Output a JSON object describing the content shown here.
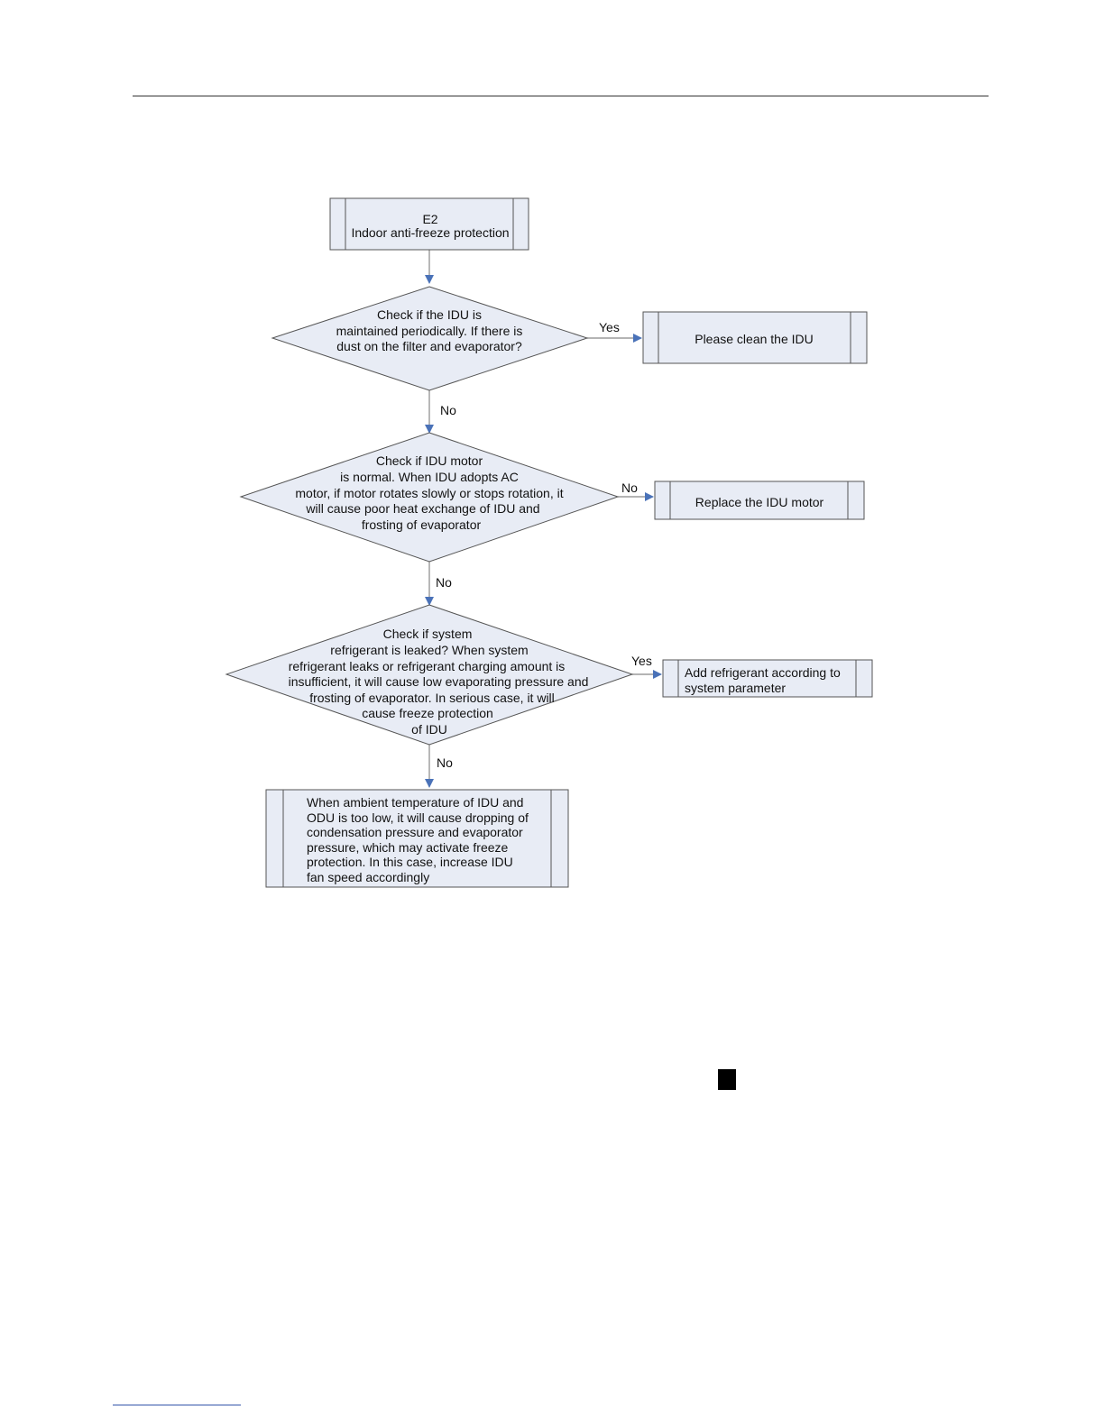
{
  "flowchart": {
    "start": {
      "lines": [
        "E2",
        "Indoor anti-freeze protection"
      ]
    },
    "decision1": {
      "lines": [
        "Check if the IDU is",
        "maintained periodically. If there is",
        "dust on the filter and evaporator?"
      ],
      "yes_label": "Yes",
      "no_label": "No"
    },
    "action1": {
      "lines": [
        "Please clean the IDU"
      ]
    },
    "decision2": {
      "lines": [
        "Check if IDU motor",
        "is normal. When IDU adopts AC",
        "motor, if motor rotates slowly or stops rotation, it",
        "will cause poor heat exchange of IDU and",
        "frosting of evaporator"
      ],
      "side_label": "No",
      "down_label": "No"
    },
    "action2": {
      "lines": [
        "Replace the IDU motor"
      ]
    },
    "decision3": {
      "lines": [
        "Check if system",
        "refrigerant is leaked? When system",
        "refrigerant leaks or refrigerant charging amount is",
        "insufficient, it will cause low evaporating pressure and",
        "frosting of evaporator. In serious case, it will",
        "cause freeze protection",
        "of IDU"
      ],
      "yes_label": "Yes",
      "no_label": "No"
    },
    "action3": {
      "lines": [
        "Add refrigerant according to",
        "system parameter"
      ]
    },
    "end": {
      "lines": [
        "When ambient temperature of IDU and",
        "ODU is too low, it will cause dropping of",
        "condensation pressure and evaporator",
        "pressure, which may activate freeze",
        "protection. In this case, increase IDU",
        "fan speed accordingly"
      ]
    }
  },
  "colors": {
    "box_fill": "#e8ecf5",
    "box_stroke": "#555555",
    "arrow": "#4a72b8",
    "line": "#888888"
  }
}
